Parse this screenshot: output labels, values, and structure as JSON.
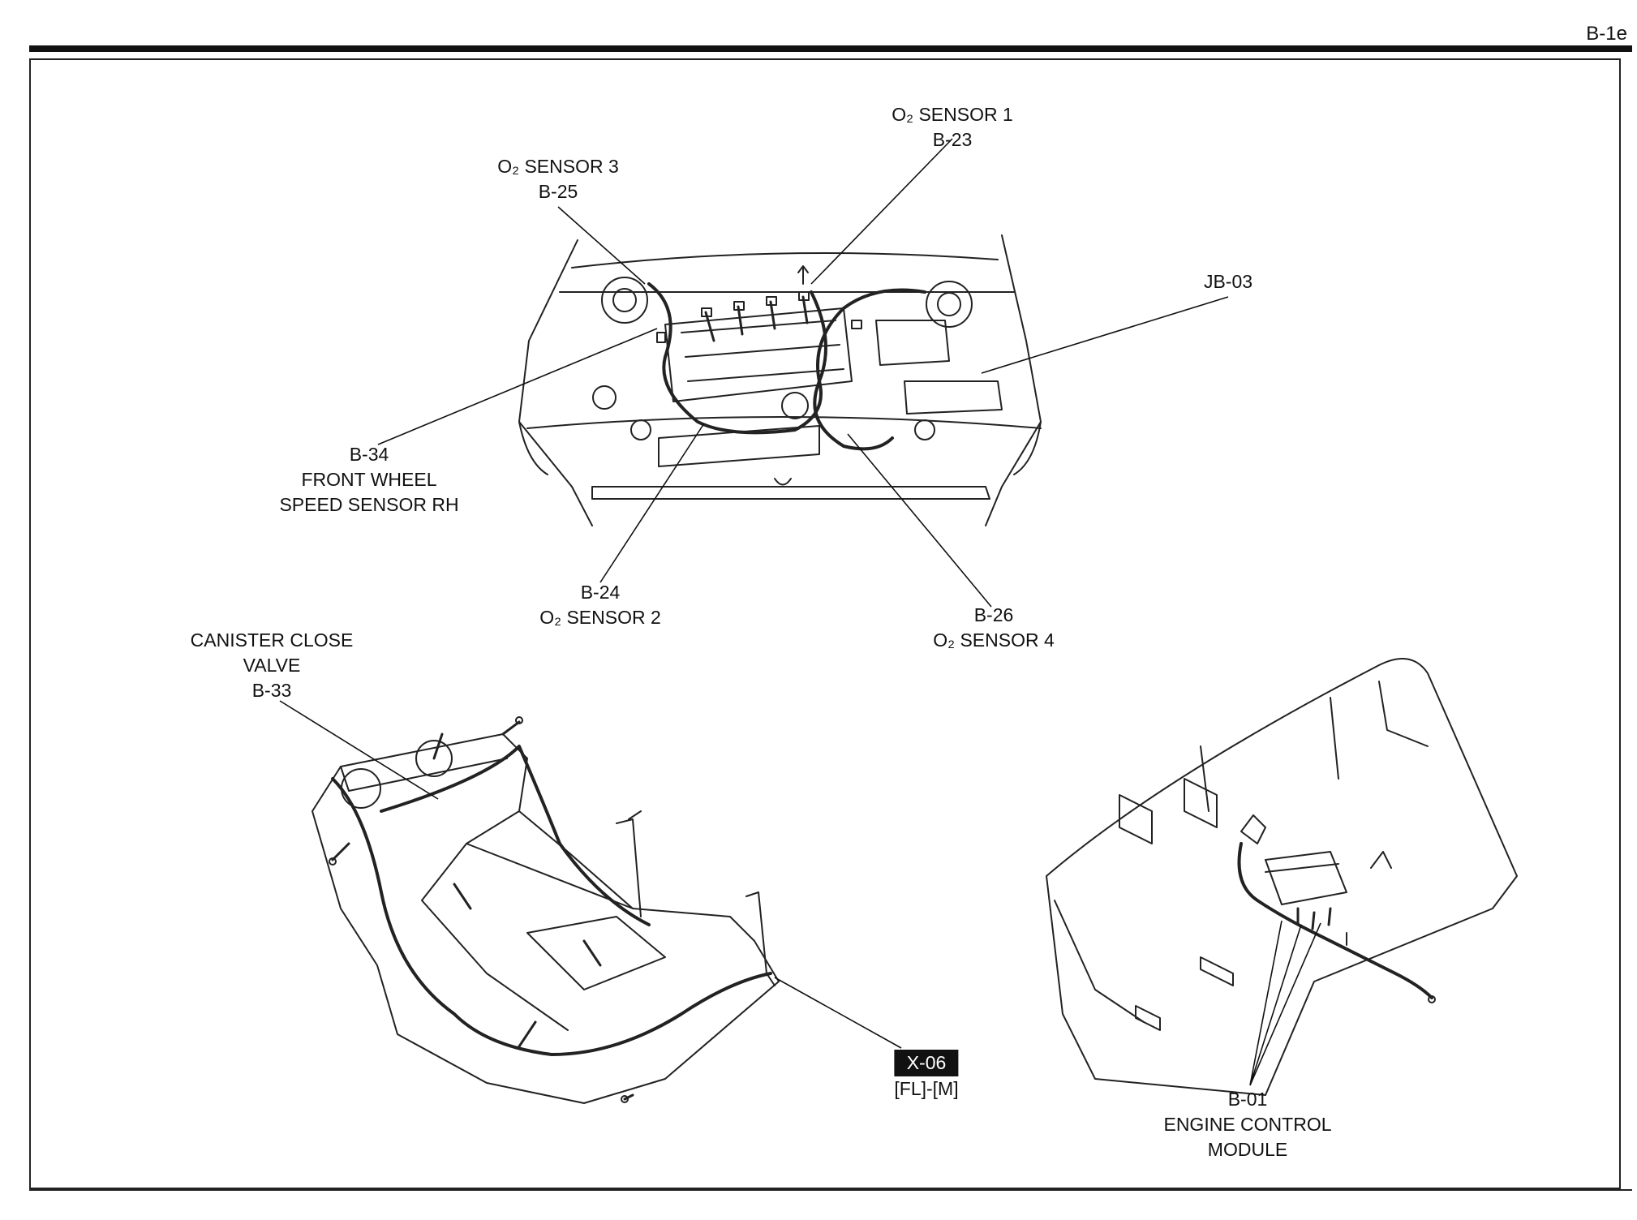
{
  "page_id": "B-1e",
  "callouts": {
    "o2_sensor_1": {
      "name": "O₂ SENSOR 1",
      "code": "B-23"
    },
    "o2_sensor_3": {
      "name": "O₂ SENSOR 3",
      "code": "B-25"
    },
    "jb_03": {
      "code": "JB-03"
    },
    "b34": {
      "code": "B-34",
      "line1": "FRONT WHEEL",
      "line2": "SPEED SENSOR RH"
    },
    "b24": {
      "code": "B-24",
      "name": "O₂ SENSOR 2"
    },
    "b26": {
      "code": "B-26",
      "name": "O₂ SENSOR 4"
    },
    "b33": {
      "line1": "CANISTER CLOSE",
      "line2": "VALVE",
      "code": "B-33"
    },
    "x06": {
      "code": "X-06",
      "position": "[FL]-[M]"
    },
    "b01": {
      "code": "B-01",
      "line1": "ENGINE CONTROL",
      "line2": "MODULE"
    }
  }
}
